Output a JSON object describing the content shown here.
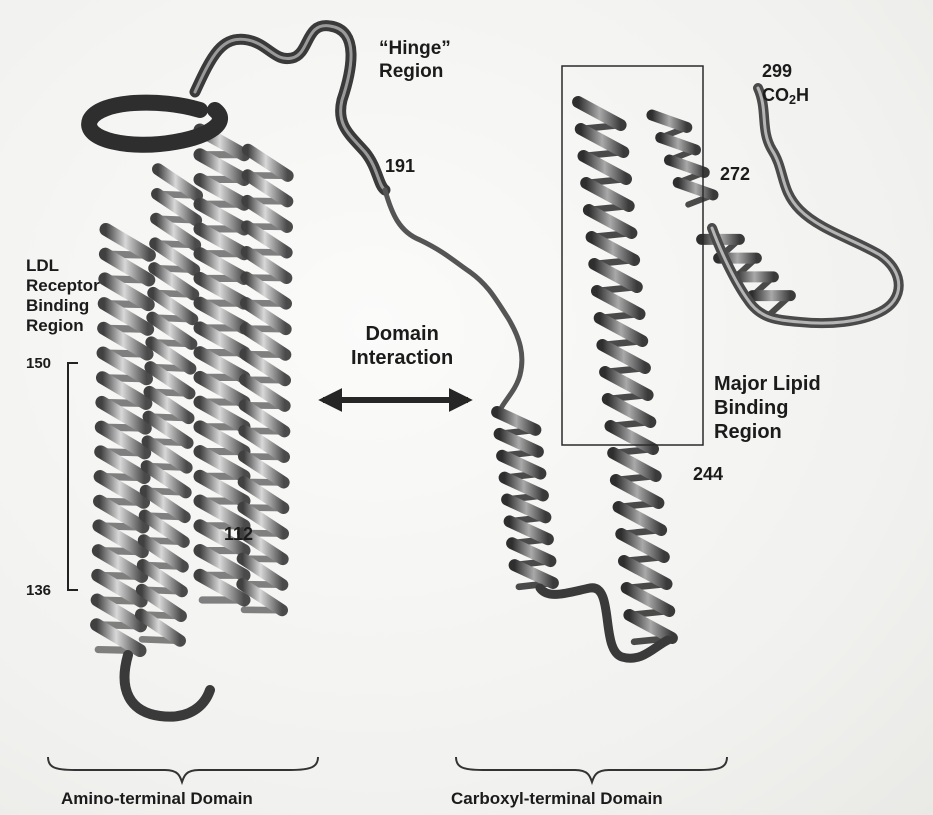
{
  "labels": {
    "hinge": {
      "line1": "“Hinge”",
      "line2": "Region"
    },
    "residue_191": "191",
    "residue_299": "299",
    "terminus": {
      "main": "CO",
      "sub": "2",
      "end": "H"
    },
    "residue_272": "272",
    "ldl": {
      "line1": "LDL",
      "line2": "Receptor",
      "line3": "Binding",
      "line4": "Region"
    },
    "residue_150": "150",
    "residue_136": "136",
    "residue_112": "112",
    "residue_244": "244",
    "domain_interaction": {
      "line1": "Domain",
      "line2": "Interaction"
    },
    "lipid": {
      "line1": "Major Lipid",
      "line2": "Binding",
      "line3": "Region"
    },
    "amino_domain": "Amino-terminal Domain",
    "carboxyl_domain": "Carboxyl-terminal Domain"
  },
  "colors": {
    "ribbon_light": "#cfcfcf",
    "ribbon_dark": "#3a3a3a",
    "arrow": "#262626",
    "text": "#1b1b1b"
  }
}
